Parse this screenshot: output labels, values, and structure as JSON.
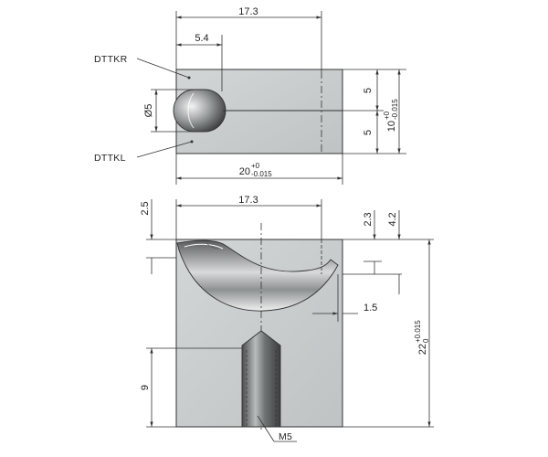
{
  "top_view": {
    "dim_width_top": "17.3",
    "dim_offset": "5.4",
    "dim_hole_dia": "Ø5",
    "dim_half_upper": "5",
    "dim_half_lower": "5",
    "dim_height_main": "10",
    "dim_height_tol_upper": "+0",
    "dim_height_tol_lower": "-0.015",
    "dim_width_main": "20",
    "dim_width_tol_upper": "+0",
    "dim_width_tol_lower": "-0.015",
    "label_right": "DTTKR",
    "label_left": "DTTKL"
  },
  "front_view": {
    "dim_width_top": "17.3",
    "dim_top_offset": "2.5",
    "dim_groove_depth_a": "2.3",
    "dim_groove_depth_b": "4.2",
    "dim_edge": "1.5",
    "dim_thread_len": "9",
    "dim_height_main": "22",
    "dim_height_tol_upper": "+0.015",
    "dim_height_tol_lower": "0",
    "thread_label": "M5"
  },
  "colors": {
    "body_fill": "#c9cccd",
    "line": "#333333"
  }
}
